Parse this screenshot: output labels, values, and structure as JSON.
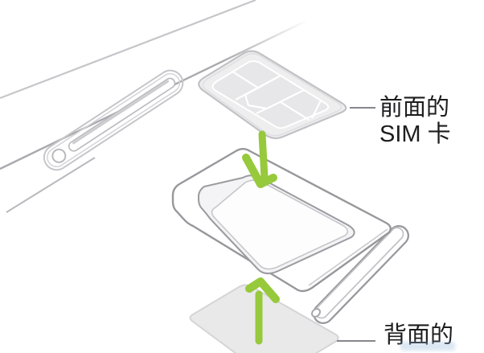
{
  "diagram": {
    "type": "illustration",
    "subject": "Inserting SIM cards into a dual-SIM tray on the side of the phone",
    "labels": {
      "front_sim": {
        "line1": "前面的",
        "line2": "SIM 卡"
      },
      "back_sim": {
        "line1": "背面的"
      }
    },
    "parts": [
      {
        "id": "phone-edge",
        "desc": "device edge with SIM slot and eject-pin hole"
      },
      {
        "id": "front-sim-card",
        "desc": "SIM card with contacts facing up"
      },
      {
        "id": "sim-tray",
        "desc": "SIM tray with recessed pocket and faceplate eject hole"
      },
      {
        "id": "back-sim-card",
        "desc": "second SIM card below the tray"
      },
      {
        "id": "arrow-down-icon",
        "desc": "green arrow pointing down into the tray"
      },
      {
        "id": "arrow-up-icon",
        "desc": "green arrow pointing up at the tray underside"
      }
    ],
    "colors": {
      "arrow_green": "#97c93c",
      "line_light": "#c6c6ca",
      "line_dark": "#97979c",
      "callout_line": "#86868b",
      "label_text": "#1d1d1f",
      "card_fill": "#eeeeef",
      "card_back_fill": "#e9e9ea",
      "background": "#ffffff"
    }
  }
}
